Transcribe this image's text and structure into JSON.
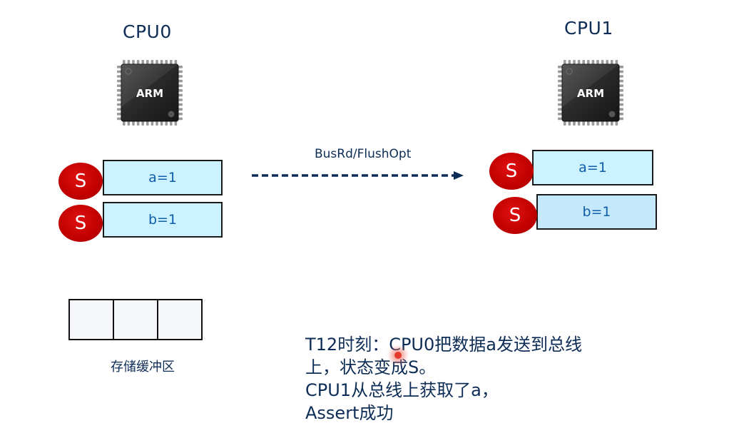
{
  "cpus": [
    {
      "title": "CPU0",
      "chip_label": "ARM",
      "cache_lines": [
        {
          "state": "S",
          "content": "a=1"
        },
        {
          "state": "S",
          "content": "b=1"
        }
      ]
    },
    {
      "title": "CPU1",
      "chip_label": "ARM",
      "cache_lines": [
        {
          "state": "S",
          "content": "a=1"
        },
        {
          "state": "S",
          "content": "b=1"
        }
      ]
    }
  ],
  "bus": {
    "label": "BusRd/FlushOpt",
    "direction": "CPU0 -> CPU1"
  },
  "store_buffer": {
    "label": "存储缓冲区",
    "slots": [
      "",
      "",
      ""
    ]
  },
  "description": {
    "lines": [
      "T12时刻：CPU0把数据a发送到总线",
      "上，状态变成S。",
      "CPU1从总线上获取了a，",
      "Assert成功"
    ]
  },
  "colors": {
    "state_badge": "#c00000",
    "cache_line_fill": "#ccf2ff",
    "text_dark_blue": "#0d2c56",
    "value_blue": "#0f5ea8",
    "arrow": "#0d2c56"
  }
}
